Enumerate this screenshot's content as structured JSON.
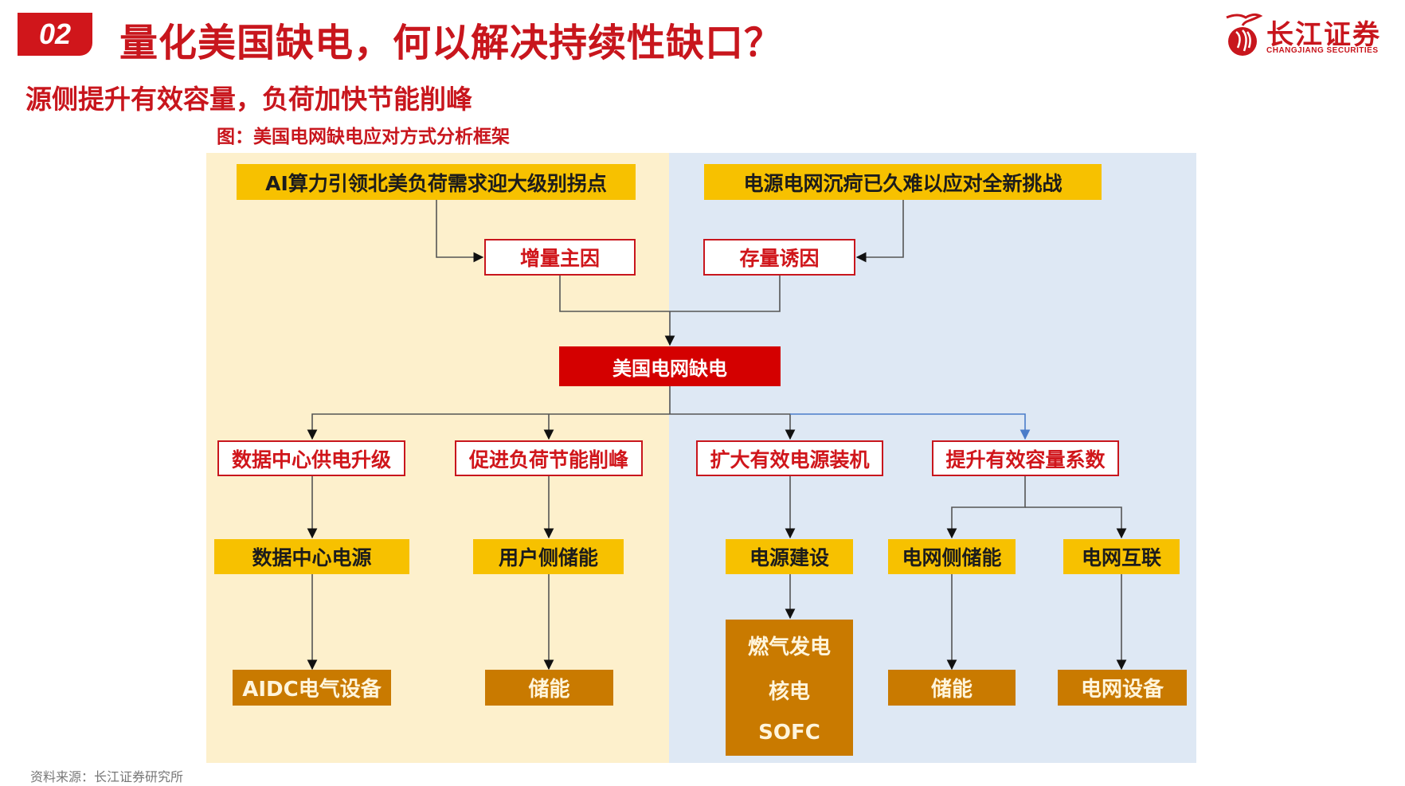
{
  "header": {
    "section_number": "02",
    "title": "量化美国缺电，何以解决持续性缺口？",
    "subtitle": "源侧提升有效容量，负荷加快节能削峰",
    "figure_caption": "图：美国电网缺电应对方式分析框架"
  },
  "logo": {
    "name_cn": "长江证券",
    "name_en": "CHANGJIANG SECURITIES",
    "icon": "changjiang-phoenix-icon"
  },
  "colors": {
    "brand_red": "#c8161d",
    "panel_left": "#fdf0cc",
    "panel_right": "#dee8f4",
    "yellow_node": "#f7c100",
    "brown_node": "#c97a00",
    "center_node": "#d40000"
  },
  "diagram": {
    "top_left": "AI算力引领北美负荷需求迎大级别拐点",
    "top_right": "电源电网沉疴已久难以应对全新挑战",
    "cause_incremental": "增量主因",
    "cause_existing": "存量诱因",
    "center": "美国电网缺电",
    "strategies": [
      "数据中心供电升级",
      "促进负荷节能削峰",
      "扩大有效电源装机",
      "提升有效容量系数"
    ],
    "measures": [
      "数据中心电源",
      "用户侧储能",
      "电源建设",
      "电网侧储能",
      "电网互联"
    ],
    "outcomes": {
      "aidc": "AIDC电气设备",
      "storage_left": "储能",
      "power_sources": [
        "燃气发电",
        "核电",
        "SOFC"
      ],
      "storage_right": "储能",
      "grid_equipment": "电网设备"
    }
  },
  "footer": {
    "source": "资料来源：长江证券研究所"
  }
}
